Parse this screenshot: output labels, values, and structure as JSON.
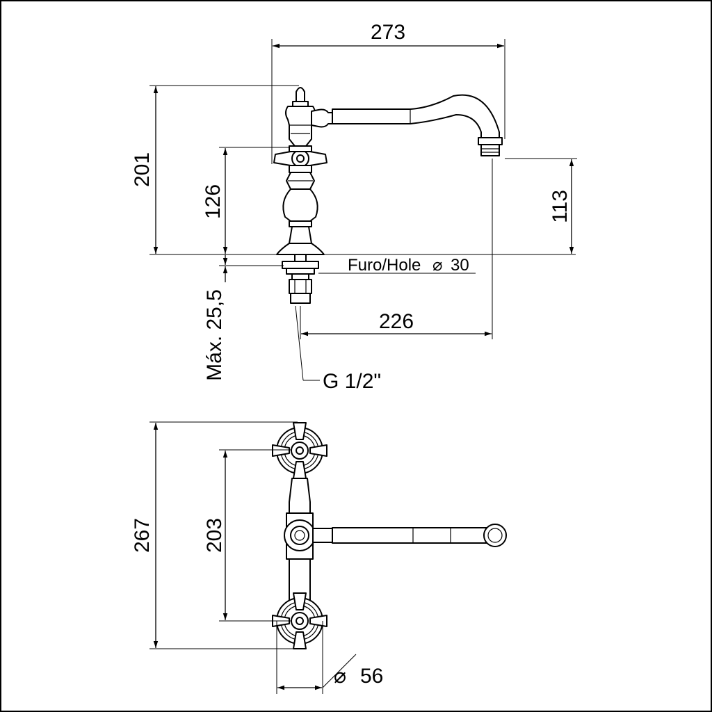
{
  "side_view": {
    "dim_width_top": "273",
    "dim_total_height": "201",
    "dim_handle_height": "126",
    "dim_spout_height": "113",
    "hole_label": "Furo/Hole",
    "hole_value": "30",
    "dim_reach": "226",
    "dim_max_thickness": "Máx. 25,5",
    "thread_label": "G 1/2\""
  },
  "top_view": {
    "dim_overall_length": "267",
    "dim_handle_spacing": "203",
    "dim_rosette_diameter": "56"
  },
  "symbols": {
    "diameter_symbol": "⌀"
  }
}
